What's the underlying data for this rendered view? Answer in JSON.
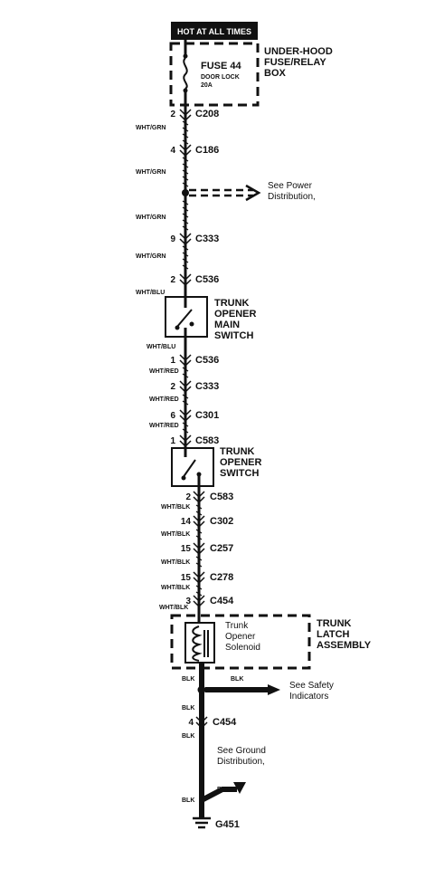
{
  "header": {
    "hot_label": "HOT AT ALL TIMES"
  },
  "fuse_box": {
    "title_lines": [
      "UNDER-HOOD",
      "FUSE/RELAY",
      "BOX"
    ],
    "fuse_name": "FUSE 44",
    "fuse_desc": "DOOR LOCK",
    "fuse_rating": "20A"
  },
  "connectors": {
    "c208": {
      "pin": "2",
      "name": "C208"
    },
    "c186": {
      "pin": "4",
      "name": "C186"
    },
    "c333a": {
      "pin": "9",
      "name": "C333"
    },
    "c536a": {
      "pin": "2",
      "name": "C536"
    },
    "c536b": {
      "pin": "1",
      "name": "C536"
    },
    "c333b": {
      "pin": "2",
      "name": "C333"
    },
    "c301": {
      "pin": "6",
      "name": "C301"
    },
    "c583a": {
      "pin": "1",
      "name": "C583"
    },
    "c583b": {
      "pin": "2",
      "name": "C583"
    },
    "c302": {
      "pin": "14",
      "name": "C302"
    },
    "c257": {
      "pin": "15",
      "name": "C257"
    },
    "c278": {
      "pin": "15",
      "name": "C278"
    },
    "c454a": {
      "pin": "3",
      "name": "C454"
    },
    "c454b": {
      "pin": "4",
      "name": "C454"
    }
  },
  "wires": {
    "w1": "WHT/GRN",
    "w2": "WHT/GRN",
    "w3": "WHT/GRN",
    "w4": "WHT/GRN",
    "w5": "WHT/BLU",
    "w6": "WHT/BLU",
    "w7": "WHT/RED",
    "w8": "WHT/RED",
    "w9": "WHT/RED",
    "w10": "WHT/BLK",
    "w11": "WHT/BLK",
    "w12": "WHT/BLK",
    "w13": "WHT/BLK",
    "w14": "WHT/BLK",
    "b1": "BLK",
    "b2": "BLK",
    "b3": "BLK",
    "b4": "BLK",
    "b5": "BLK",
    "b6": "BLK"
  },
  "notes": {
    "power_dist": [
      "See Power",
      "Distribution,"
    ],
    "safety": [
      "See Safety",
      "Indicators"
    ],
    "ground_dist": [
      "See Ground",
      "Distribution,"
    ]
  },
  "switch_main": {
    "lines": [
      "TRUNK",
      "OPENER",
      "MAIN",
      "SWITCH"
    ]
  },
  "switch_opener": {
    "lines": [
      "TRUNK",
      "OPENER",
      "SWITCH"
    ]
  },
  "latch": {
    "title_lines": [
      "TRUNK",
      "LATCH",
      "ASSEMBLY"
    ],
    "solenoid_lines": [
      "Trunk",
      "Opener",
      "Solenoid"
    ]
  },
  "ground": {
    "name": "G451"
  }
}
